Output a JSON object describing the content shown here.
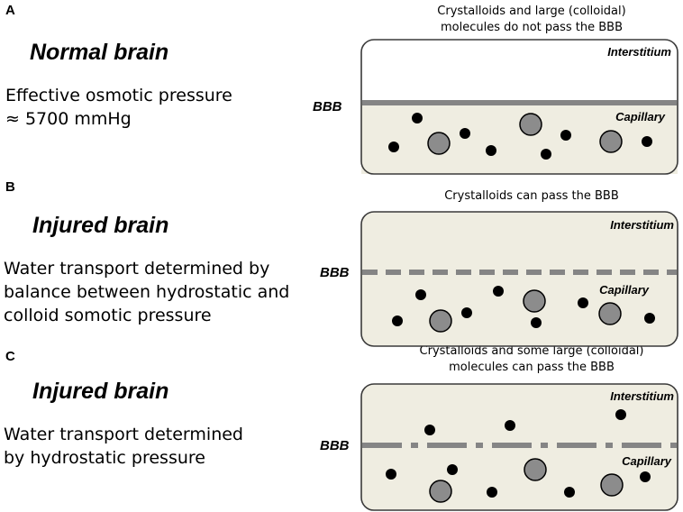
{
  "panels": [
    {
      "letter": "A",
      "heading": "Normal brain",
      "description": [
        "Effective osmotic pressure",
        "≈ 5700 mmHg"
      ],
      "caption": [
        "Crystalloids and large (colloidal)",
        "molecules do not pass the BBB"
      ],
      "barrier_label": "BBB",
      "upper_label": "Interstitium",
      "lower_label": "Capillary",
      "barrier_style": "solid",
      "interstitium_fill": "#ffffff"
    },
    {
      "letter": "B",
      "heading": "Injured brain",
      "description": [
        "Water transport determined by",
        "balance between hydrostatic and",
        "colloid somotic pressure"
      ],
      "caption": [
        "Crystalloids can pass the BBB"
      ],
      "barrier_label": "BBB",
      "upper_label": "Interstitium",
      "lower_label": "Capillary",
      "barrier_style": "dashed",
      "interstitium_fill": "#efede1"
    },
    {
      "letter": "C",
      "heading": "Injured brain",
      "description": [
        "Water transport determined",
        "by hydrostatic pressure"
      ],
      "caption": [
        "Crystalloids and some large (colloidal)",
        "molecules can pass the BBB"
      ],
      "barrier_label": "BBB",
      "upper_label": "Interstitium",
      "lower_label": "Capillary",
      "barrier_style": "dash-dot",
      "interstitium_fill": "#efede1"
    }
  ],
  "colors": {
    "compartment_fill": "#efede1",
    "compartment_stroke": "#3a3a3a",
    "barrier": "#858585",
    "small_particle": "#000000",
    "large_particle": "#8c8c8c"
  }
}
